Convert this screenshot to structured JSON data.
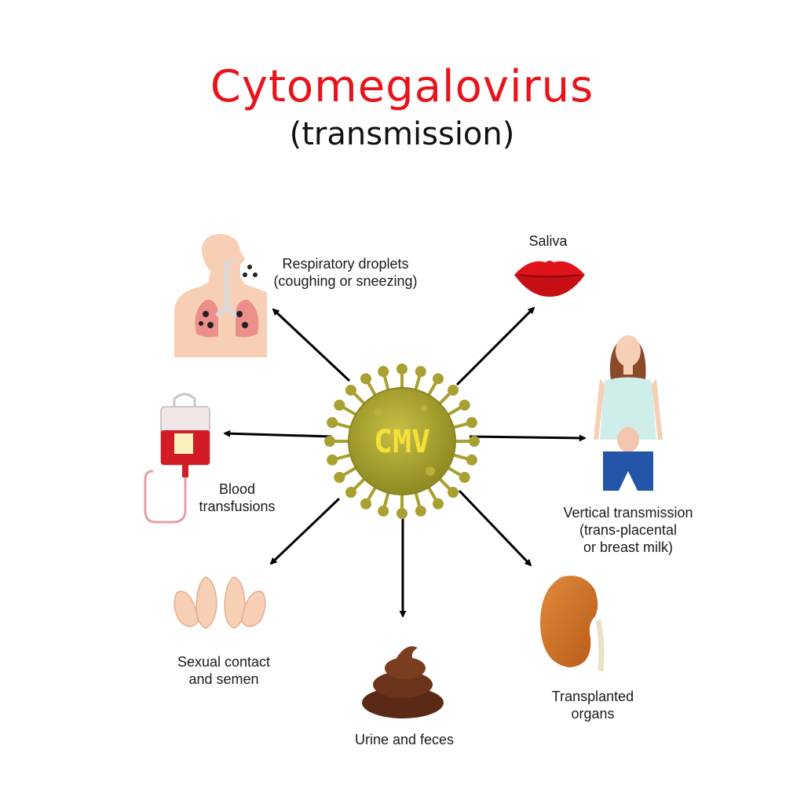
{
  "title": "Cytomegalovirus",
  "subtitle": "(transmission)",
  "virus": {
    "label": "CMV",
    "color": "#a8a030",
    "label_color": "#f6e03a"
  },
  "routes": {
    "respiratory": "Respiratory droplets\n(coughing or sneezing)",
    "saliva": "Saliva",
    "blood": "Blood\ntransfusions",
    "vertical": "Vertical transmission\n(trans-placental\nor breast milk)",
    "sexual": "Sexual contact\nand semen",
    "urine": "Urine and feces",
    "organs": "Transplanted\norgans"
  },
  "icons": [
    "lungs-icon",
    "lips-icon",
    "blood-bag-icon",
    "pregnant-woman-icon",
    "feet-icon",
    "feces-icon",
    "kidney-icon"
  ]
}
